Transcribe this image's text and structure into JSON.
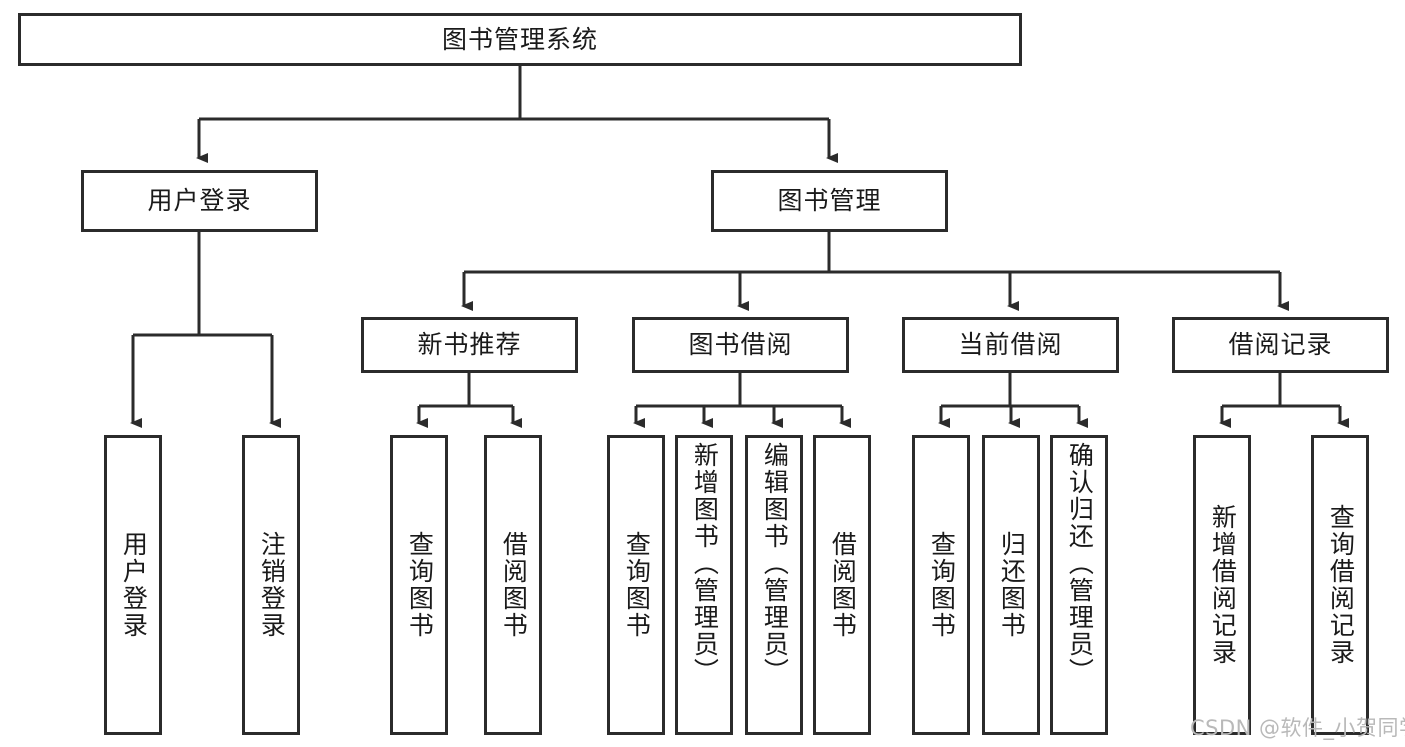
{
  "diagram": {
    "type": "tree-hierarchy",
    "title": "图书管理系统",
    "watermark": "CSDN @软件_小贺同学",
    "colors": {
      "box_border": "#2b2b2b",
      "box_fill": "#ffffff",
      "edge": "#2b2b2b",
      "text": "#1a1a1a",
      "watermark": "#b9b9b9",
      "background": "#ffffff"
    },
    "root": {
      "label": "图书管理系统"
    },
    "level2": [
      {
        "label": "用户登录"
      },
      {
        "label": "图书管理"
      }
    ],
    "level3": [
      {
        "label": "新书推荐"
      },
      {
        "label": "图书借阅"
      },
      {
        "label": "当前借阅"
      },
      {
        "label": "借阅记录"
      }
    ],
    "leaves": {
      "user_login": [
        {
          "label": "用户登录"
        },
        {
          "label": "注销登录"
        }
      ],
      "new_book": [
        {
          "label": "查询图书"
        },
        {
          "label": "借阅图书"
        }
      ],
      "book_borrow": [
        {
          "label": "查询图书"
        },
        {
          "label": "新增图书（管理员）"
        },
        {
          "label": "编辑图书（管理员）"
        },
        {
          "label": "借阅图书"
        }
      ],
      "current_borrow": [
        {
          "label": "查询图书"
        },
        {
          "label": "归还图书"
        },
        {
          "label": "确认归还（管理员）"
        }
      ],
      "borrow_record": [
        {
          "label": "新增借阅记录"
        },
        {
          "label": "查询借阅记录"
        }
      ]
    }
  }
}
